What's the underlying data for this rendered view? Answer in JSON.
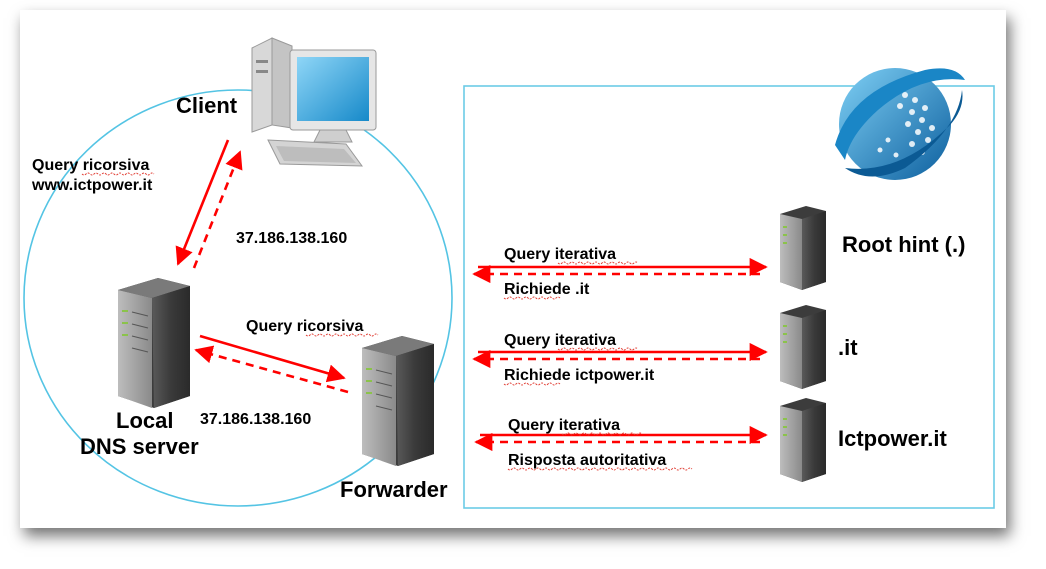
{
  "nodes": {
    "client": "Client",
    "local_dns_line1": "Local",
    "local_dns_line2": "DNS server",
    "forwarder": "Forwarder",
    "root_hint": "Root hint (.)",
    "it_server": ".it",
    "ictpower_server": "Ictpower.it"
  },
  "client_link": {
    "query_line1": "Query ricorsiva",
    "query_line2": "www.ictpower.it",
    "answer": "37.186.138.160"
  },
  "forwarder_link": {
    "query": "Query ricorsiva",
    "answer": "37.186.138.160"
  },
  "root_link": {
    "query": "Query iterativa",
    "answer": "Richiede .it"
  },
  "it_link": {
    "query": "Query iterativa",
    "answer": "Richiede ictpower.it"
  },
  "ictpower_link": {
    "query": "Query iterativa",
    "answer": "Risposta autoritativa"
  },
  "colors": {
    "arrow": "#ff0000",
    "circle": "#54c4e4",
    "box": "#6ccbe6",
    "globe": "#1a86c6"
  }
}
